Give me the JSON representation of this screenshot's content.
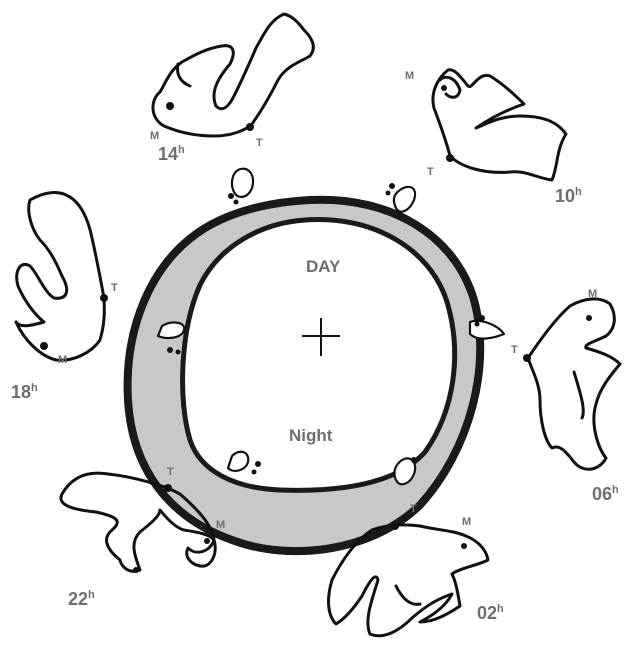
{
  "center": {
    "day_label": "DAY",
    "night_label": "Night"
  },
  "hours": [
    {
      "id": "14",
      "num": "14",
      "sup": "h",
      "m": "M",
      "t": "T"
    },
    {
      "id": "10",
      "num": "10",
      "sup": "h",
      "m": "M",
      "t": "T"
    },
    {
      "id": "18",
      "num": "18",
      "sup": "h",
      "m": "M",
      "t": "T"
    },
    {
      "id": "06",
      "num": "06",
      "sup": "h",
      "m": "M",
      "t": "T"
    },
    {
      "id": "22",
      "num": "22",
      "sup": "h",
      "m": "M",
      "t": "T"
    },
    {
      "id": "02",
      "num": "02",
      "sup": "h",
      "m": "M",
      "t": "T"
    }
  ],
  "colors": {
    "ring_fill": "#c8c8c8",
    "ring_stroke": "#1a1a1a",
    "label": "#6e6e6e"
  }
}
